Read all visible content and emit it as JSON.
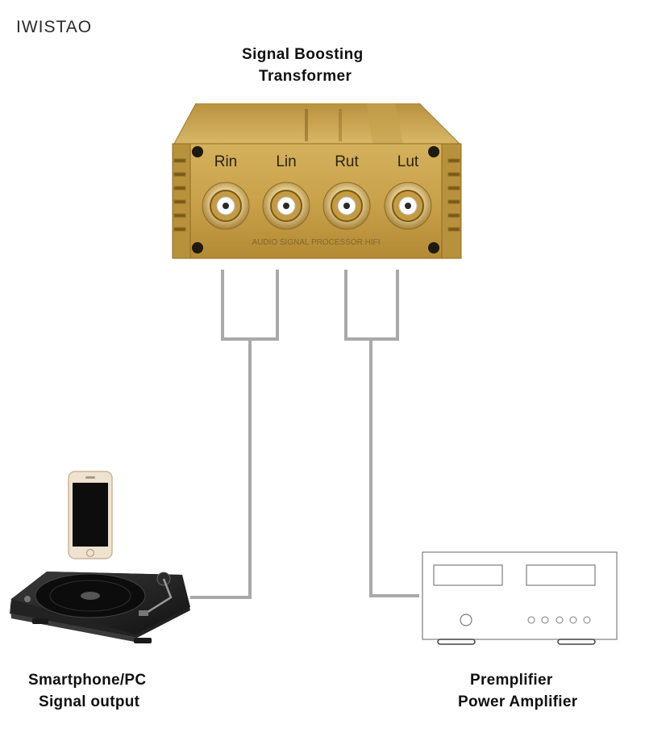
{
  "brand": "IWISTAO",
  "transformer": {
    "title_line1": "Signal Boosting",
    "title_line2": "Transformer",
    "jacks": [
      "Rin",
      "Lin",
      "Rut",
      "Lut"
    ],
    "panel_text": "AUDIO SIGNAL PROCESSOR HIFI"
  },
  "source": {
    "label_line1": "Smartphone/PC",
    "label_line2": "Signal output"
  },
  "destination": {
    "label_line1": "Premplifier",
    "label_line2": "Power Amplifier"
  },
  "colors": {
    "gold": "#c9a24a",
    "gold_dark": "#8f6d22",
    "cable": "#a9a9a9",
    "turntable": "#1c1c1c"
  }
}
